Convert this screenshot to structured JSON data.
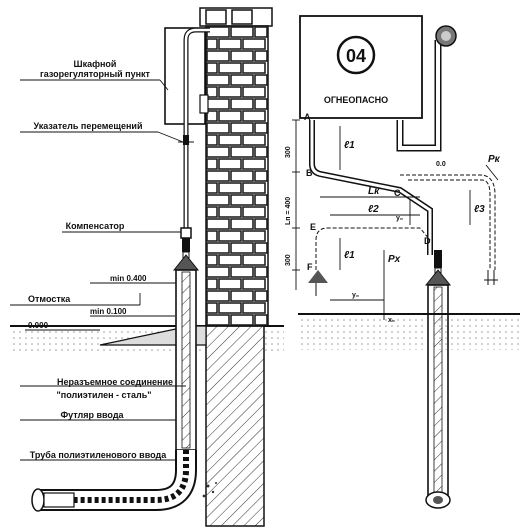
{
  "labels": {
    "cabinet_regulator_1": "Шкафной",
    "cabinet_regulator_2": "газорегуляторный пункт",
    "displacement_indicator": "Указатель перемещений",
    "compensator": "Компенсатор",
    "min_0400": "min 0.400",
    "min_0100": "min 0.100",
    "blind_area": "Отмостка",
    "level_000": "0.000",
    "permanent_joint": "Неразъемное соединение",
    "pe_steel": "\"полиэтилен - сталь\"",
    "entry_case": "Футляр ввода",
    "pe_entry_pipe": "Труба полиэтиленового ввода"
  },
  "cabinet": {
    "number": "04",
    "warning": "ОГНЕОПАСНО"
  },
  "scheme": {
    "points": [
      "A",
      "B",
      "C",
      "D",
      "E",
      "F"
    ],
    "dims": {
      "h300_top": "300",
      "h300_bottom": "300",
      "ln_400": "Lп = 400",
      "l1_top": "ℓ1",
      "l1_bottom": "ℓ1",
      "l2": "ℓ2",
      "l3": "ℓ3",
      "lk": "Lк",
      "pk": "Pк",
      "px": "Px",
      "yo_top": "y₀",
      "yo_bottom": "y₀",
      "xo": "x₀",
      "zero": "0.0"
    }
  }
}
